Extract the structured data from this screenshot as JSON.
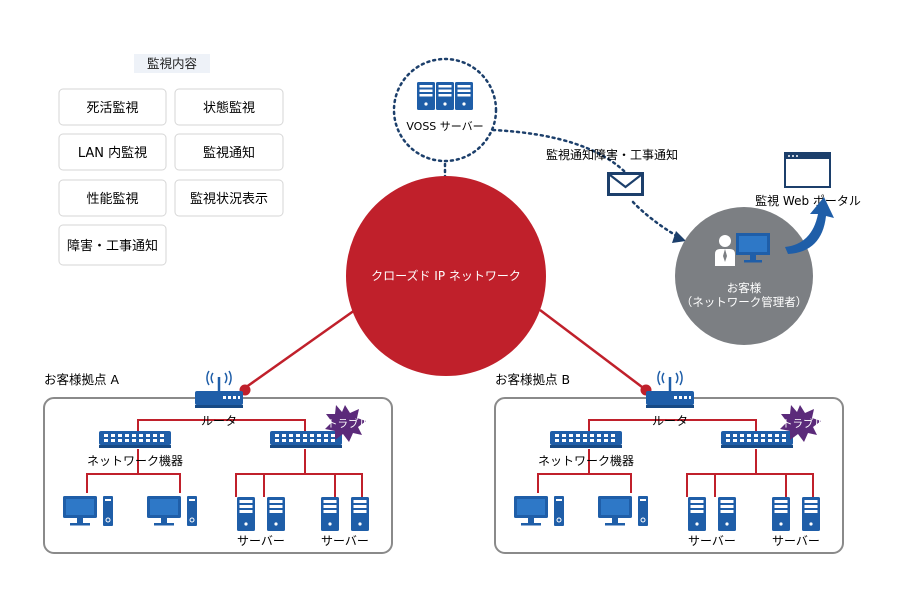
{
  "monitoring": {
    "heading": "監視内容",
    "items": [
      "死活監視",
      "状態監視",
      "LAN 内監視",
      "監視通知",
      "性能監視",
      "監視状況表示",
      "障害・工事通知"
    ]
  },
  "voss_label": "VOSS サーバー",
  "network_label": "クローズド IP ネットワーク",
  "notify_label": "監視通知障害・工事通知",
  "portal_label": "監視 Web ポータル",
  "customer": {
    "line1": "お客様",
    "line2": "（ネットワーク管理者）"
  },
  "sites": [
    {
      "title": "お客様拠点 A",
      "router": "ルータ",
      "switches": "ネットワーク機器",
      "trouble": "トラブル",
      "server1": "サーバー",
      "server2": "サーバー"
    },
    {
      "title": "お客様拠点 B",
      "router": "ルータ",
      "switches": "ネットワーク機器",
      "trouble": "トラブル",
      "server1": "サーバー",
      "server2": "サーバー"
    }
  ],
  "colors": {
    "network_red": "#c0202b",
    "device_blue": "#1f5ea8",
    "customer_gray": "#7c7f83",
    "box_border": "#8a8a8a"
  }
}
